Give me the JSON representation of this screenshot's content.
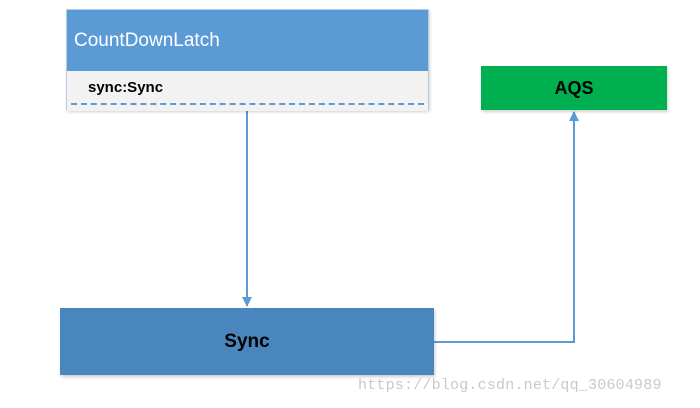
{
  "diagram": {
    "countdownlatch": {
      "title": "CountDownLatch",
      "field": "sync:Sync"
    },
    "aqs": {
      "label": "AQS"
    },
    "sync": {
      "label": "Sync"
    },
    "colors": {
      "header_blue": "#5b9bd5",
      "field_bg": "#f2f2f2",
      "aqs_green": "#00b050",
      "sync_blue": "#4a86be",
      "connector": "#5b9bd5"
    },
    "edges": [
      {
        "from": "countdownlatch",
        "to": "sync",
        "type": "arrow"
      },
      {
        "from": "sync",
        "to": "aqs",
        "type": "arrow"
      }
    ]
  },
  "watermark": "https://blog.csdn.net/qq_30604989"
}
